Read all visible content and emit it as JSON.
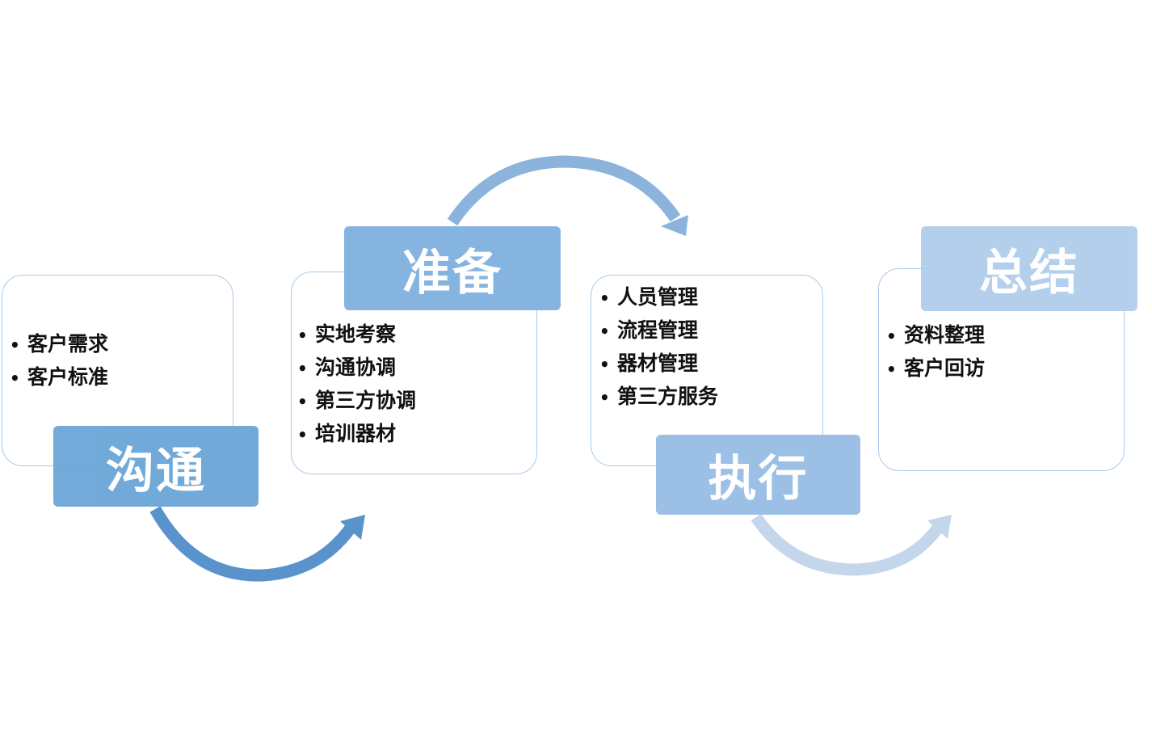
{
  "stages": [
    {
      "title": "沟通",
      "items": [
        "客户需求",
        "客户标准"
      ],
      "color": "#6aa5d8"
    },
    {
      "title": "准备",
      "items": [
        "实地考察",
        "沟通协调",
        "第三方协调",
        "培训器材"
      ],
      "color": "#80b0df"
    },
    {
      "title": "执行",
      "items": [
        "人员管理",
        "流程管理",
        "器材管理",
        "第三方服务"
      ],
      "color": "#97bde4"
    },
    {
      "title": "总结",
      "items": [
        "资料整理",
        "客户回访"
      ],
      "color": "#afcdeb"
    }
  ],
  "arrow_colors": [
    "#5a93cc",
    "#8cb3dc",
    "#c3d6ec"
  ]
}
